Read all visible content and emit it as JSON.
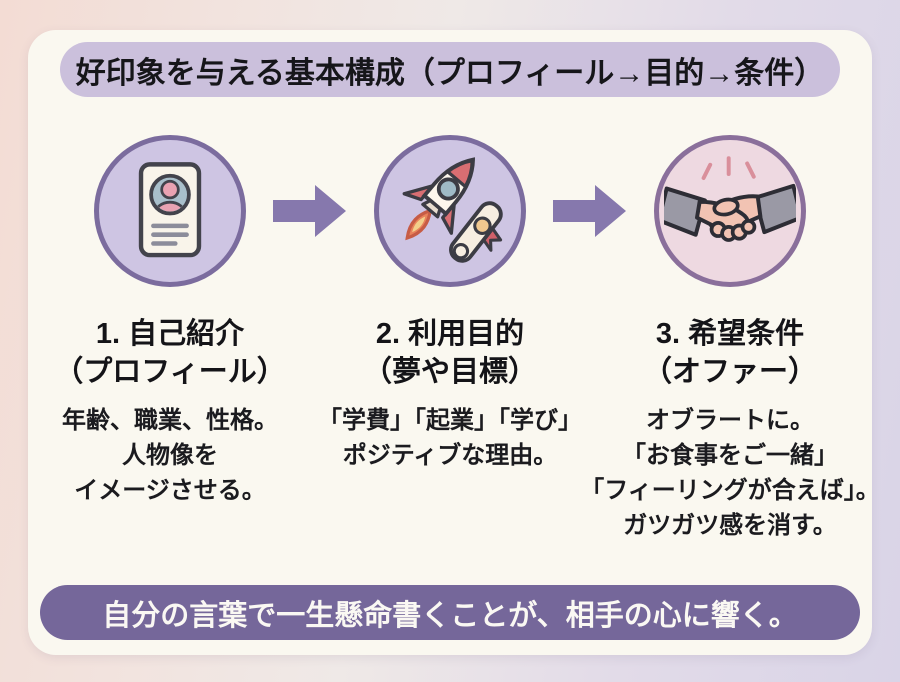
{
  "header": {
    "title": "好印象を与える基本構成（プロフィール→目的→条件）"
  },
  "steps": [
    {
      "icon": "profile-card-icon",
      "heading": [
        "1. 自己紹介",
        "（プロフィール）"
      ],
      "body": [
        "年齢、職業、性格。",
        "人物像を",
        "イメージさせる。"
      ]
    },
    {
      "icon": "rocket-icon",
      "heading": [
        "2. 利用目的",
        "（夢や目標）"
      ],
      "body": [
        "「学費」「起業」「学び」",
        "ポジティブな理由。"
      ]
    },
    {
      "icon": "handshake-icon",
      "heading": [
        "3. 希望条件",
        "（オファー）"
      ],
      "body": [
        "オブラートに。",
        "「お食事をご一緒」",
        "「フィーリングが合えば」。",
        "ガツガツ感を消す。"
      ]
    }
  ],
  "footer": {
    "message": "自分の言葉で一生懸命書くことが、相手の心に響く。"
  },
  "colors": {
    "header_pill": "#cbc0dc",
    "footer_pill": "#75679a",
    "step_circle_fill": "#cec5e3",
    "step_circle_fill_pink": "#eed9e1",
    "step_circle_border": "#7b6c9e",
    "arrow": "#8678ad",
    "card_background": "#faf8f0",
    "page_gradient_left": "#f3dcd4",
    "page_gradient_right": "#d9d4e7",
    "heading_text": "#141418",
    "footer_text": "#faf8f3"
  }
}
